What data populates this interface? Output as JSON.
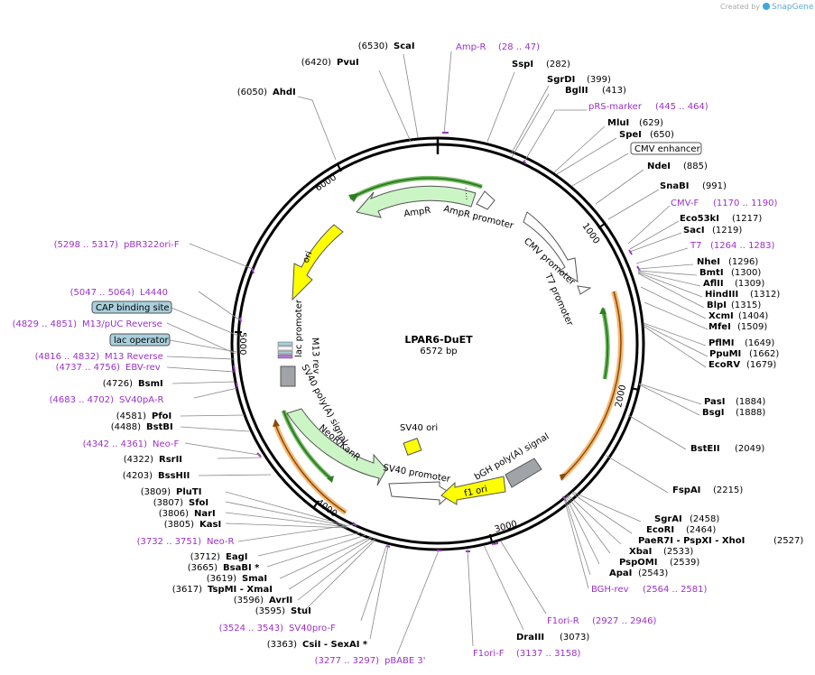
{
  "credit": "Created by",
  "brand": "SnapGene",
  "plasmid": {
    "name": "LPAR6-DuET",
    "size": "6572 bp"
  },
  "ticks": [
    "1000",
    "2000",
    "3000",
    "4000",
    "5000",
    "6000"
  ],
  "sites": [
    {
      "name": "ScaI",
      "pos": "(6530)"
    },
    {
      "name": "PvuI",
      "pos": "(6420)"
    },
    {
      "name": "AhdI",
      "pos": "(6050)"
    },
    {
      "name": "Amp-R",
      "pos": "(28 .. 47)"
    },
    {
      "name": "SspI",
      "pos": "(282)"
    },
    {
      "name": "SgrDI",
      "pos": "(399)"
    },
    {
      "name": "BglII",
      "pos": "(413)"
    },
    {
      "name": "pRS-marker",
      "pos": "(445 .. 464)"
    },
    {
      "name": "MluI",
      "pos": "(629)"
    },
    {
      "name": "SpeI",
      "pos": "(650)"
    },
    {
      "name": "CMV enhancer",
      "pos": ""
    },
    {
      "name": "NdeI",
      "pos": "(885)"
    },
    {
      "name": "SnaBI",
      "pos": "(991)"
    },
    {
      "name": "CMV-F",
      "pos": "(1170 .. 1190)"
    },
    {
      "name": "Eco53kI",
      "pos": "(1217)"
    },
    {
      "name": "SacI",
      "pos": "(1219)"
    },
    {
      "name": "T7",
      "pos": "(1264 .. 1283)"
    },
    {
      "name": "NheI",
      "pos": "(1296)"
    },
    {
      "name": "BmtI",
      "pos": "(1300)"
    },
    {
      "name": "AflII",
      "pos": "(1309)"
    },
    {
      "name": "HindIII",
      "pos": "(1312)"
    },
    {
      "name": "BlpI",
      "pos": "(1315)"
    },
    {
      "name": "XcmI",
      "pos": "(1404)"
    },
    {
      "name": "MfeI",
      "pos": "(1509)"
    },
    {
      "name": "PflMI",
      "pos": "(1649)"
    },
    {
      "name": "PpuMI",
      "pos": "(1662)"
    },
    {
      "name": "EcoRV",
      "pos": "(1679)"
    },
    {
      "name": "PasI",
      "pos": "(1884)"
    },
    {
      "name": "BsgI",
      "pos": "(1888)"
    },
    {
      "name": "BstEII",
      "pos": "(2049)"
    },
    {
      "name": "FspAI",
      "pos": "(2215)"
    },
    {
      "name": "SgrAI",
      "pos": "(2458)"
    },
    {
      "name": "EcoRI",
      "pos": "(2464)"
    },
    {
      "name": "PaeR7I - PspXI - XhoI",
      "pos": "(2527)"
    },
    {
      "name": "XbaI",
      "pos": "(2533)"
    },
    {
      "name": "PspOMI",
      "pos": "(2539)"
    },
    {
      "name": "ApaI",
      "pos": "(2543)"
    },
    {
      "name": "BGH-rev",
      "pos": "(2564 .. 2581)"
    },
    {
      "name": "F1ori-R",
      "pos": "(2927 .. 2946)"
    },
    {
      "name": "DraIII",
      "pos": "(3073)"
    },
    {
      "name": "F1ori-F",
      "pos": "(3137 .. 3158)"
    },
    {
      "name": "pBABE 3'",
      "pos": "(3277 .. 3297)"
    },
    {
      "name": "CsiI - SexAI *",
      "pos": "(3363)"
    },
    {
      "name": "SV40pro-F",
      "pos": "(3524 .. 3543)"
    },
    {
      "name": "StuI",
      "pos": "(3595)"
    },
    {
      "name": "AvrII",
      "pos": "(3596)"
    },
    {
      "name": "TspMI - XmaI",
      "pos": "(3617)"
    },
    {
      "name": "SmaI",
      "pos": "(3619)"
    },
    {
      "name": "BsaBI *",
      "pos": "(3665)"
    },
    {
      "name": "EagI",
      "pos": "(3712)"
    },
    {
      "name": "Neo-R",
      "pos": "(3732 .. 3751)"
    },
    {
      "name": "KasI",
      "pos": "(3805)"
    },
    {
      "name": "NarI",
      "pos": "(3806)"
    },
    {
      "name": "SfoI",
      "pos": "(3807)"
    },
    {
      "name": "PluTI",
      "pos": "(3809)"
    },
    {
      "name": "BssHII",
      "pos": "(4203)"
    },
    {
      "name": "RsrII",
      "pos": "(4322)"
    },
    {
      "name": "Neo-F",
      "pos": "(4342 .. 4361)"
    },
    {
      "name": "BstBI",
      "pos": "(4488)"
    },
    {
      "name": "PfoI",
      "pos": "(4581)"
    },
    {
      "name": "SV40pA-R",
      "pos": "(4683 .. 4702)"
    },
    {
      "name": "BsmI",
      "pos": "(4726)"
    },
    {
      "name": "EBV-rev",
      "pos": "(4737 .. 4756)"
    },
    {
      "name": "M13 Reverse",
      "pos": "(4816 .. 4832)"
    },
    {
      "name": "lac operator",
      "pos": ""
    },
    {
      "name": "M13/pUC Reverse",
      "pos": "(4829 .. 4851)"
    },
    {
      "name": "CAP binding site",
      "pos": ""
    },
    {
      "name": "L4440",
      "pos": "(5047 .. 5064)"
    },
    {
      "name": "pBR322ori-F",
      "pos": "(5298 .. 5317)"
    }
  ],
  "features": [
    "AmpR",
    "AmpR promoter",
    "CMV promoter",
    "T7 promoter",
    "ori",
    "lac promoter",
    "M13 rev",
    "SV40 poly(A) signal",
    "NeoR/KanR",
    "SV40 ori",
    "SV40 promoter",
    "f1 ori",
    "bGH poly(A) signal"
  ],
  "colors": {
    "primer": "#9b30c8",
    "cds": "#ccf5c6",
    "ori": "#ffff00",
    "box": "#a9d0dc",
    "promoter": "#ffffff",
    "polyA": "#a0a4a8",
    "orf": "#f5b870"
  }
}
